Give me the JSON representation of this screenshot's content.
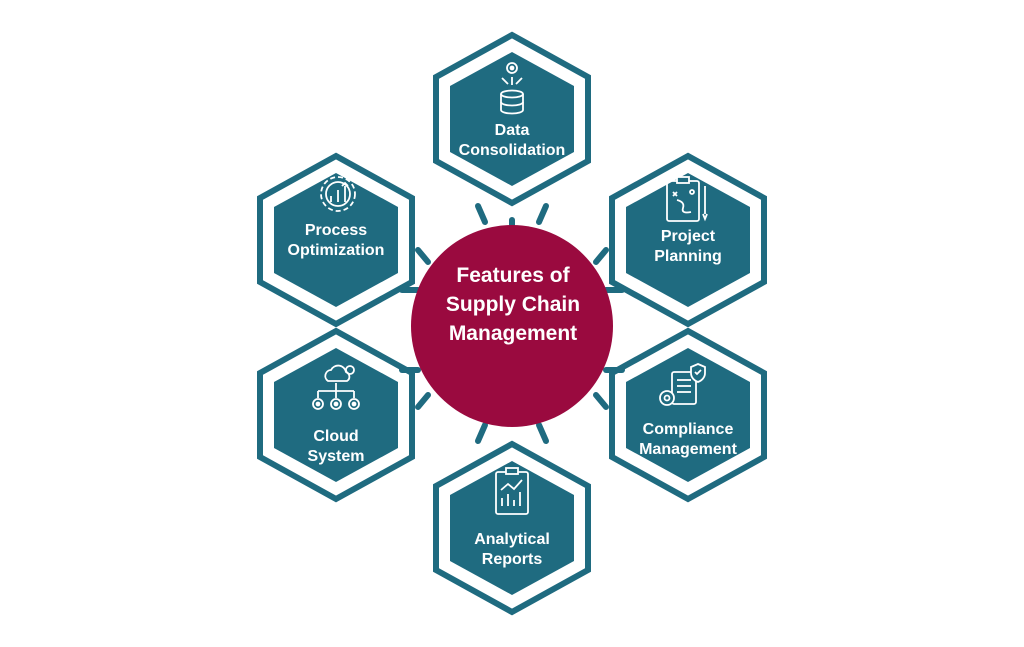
{
  "hub": {
    "lines": [
      "Features of",
      "Supply Chain",
      "Management"
    ]
  },
  "features": [
    {
      "id": "data-consolidation",
      "lines": [
        "Data",
        "Consolidation"
      ],
      "icon": "database-gear-icon"
    },
    {
      "id": "project-planning",
      "lines": [
        "Project",
        "Planning"
      ],
      "icon": "clipboard-plan-icon"
    },
    {
      "id": "compliance-management",
      "lines": [
        "Compliance",
        "Management"
      ],
      "icon": "compliance-shield-icon"
    },
    {
      "id": "analytical-reports",
      "lines": [
        "Analytical",
        "Reports"
      ],
      "icon": "report-chart-icon"
    },
    {
      "id": "cloud-system",
      "lines": [
        "Cloud",
        "System"
      ],
      "icon": "cloud-network-icon"
    },
    {
      "id": "process-optimization",
      "lines": [
        "Process",
        "Optimization"
      ],
      "icon": "gear-growth-icon"
    }
  ],
  "colors": {
    "hexagon": "#1f6b80",
    "hub": "#9a0a3f",
    "background": "#ffffff"
  }
}
